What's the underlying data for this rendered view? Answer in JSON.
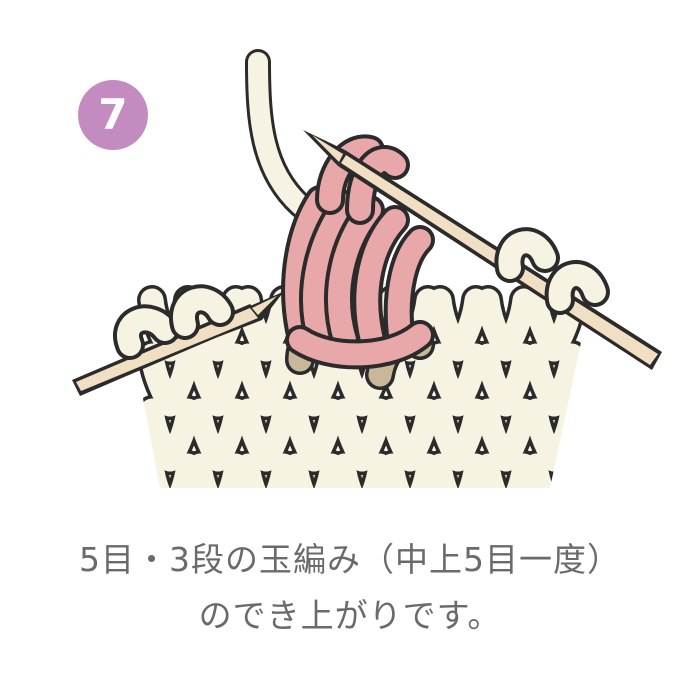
{
  "step": {
    "number": "7",
    "badge_color": "#c48bc0"
  },
  "caption": {
    "line1": "5目・3段の玉編み（中上5目一度）",
    "line2": "のでき上がりです。"
  },
  "colors": {
    "yarn_main": "#f7f3e3",
    "yarn_highlight": "#e8a7a8",
    "yarn_shadow": "#c9b79a",
    "needle": "#f0dfc2",
    "outline": "#2b2b2b",
    "text": "#6a6a6a"
  }
}
